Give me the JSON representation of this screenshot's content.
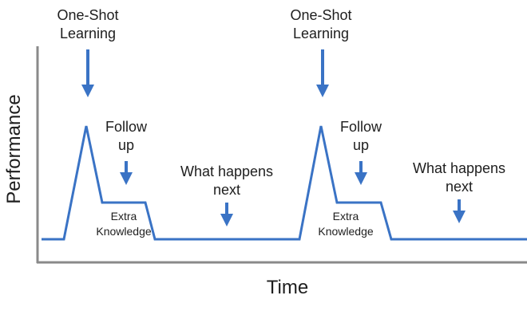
{
  "colors": {
    "curve": "#3a73c5",
    "arrow": "#3a73c5",
    "axis": "#8a8a8a",
    "text": "#1e1e1e",
    "background": "#ffffff"
  },
  "axes": {
    "x_label": "Time",
    "y_label": "Performance"
  },
  "cycles": [
    {
      "one_shot_label": "One-Shot\nLearning",
      "follow_up_label": "Follow\nup",
      "plateau_label": "Extra\nKnowledge",
      "next_label": "What happens\nnext"
    },
    {
      "one_shot_label": "One-Shot\nLearning",
      "follow_up_label": "Follow\nup",
      "plateau_label": "Extra\nKnowledge",
      "next_label": "What happens\nnext"
    }
  ]
}
